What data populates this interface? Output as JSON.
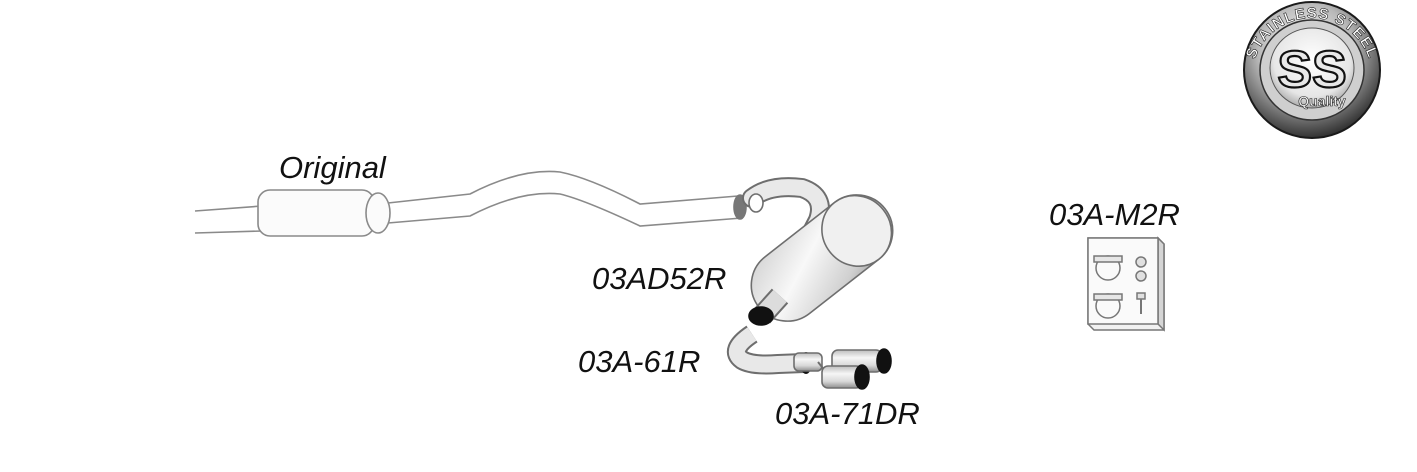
{
  "parts": {
    "original": "Original",
    "rear_silencer": "03AD52R",
    "tail_pipe": "03A-61R",
    "double_tip": "03A-71DR",
    "mounting_kit": "03A-M2R"
  },
  "badge": {
    "big_letters": "SS",
    "ring_text": "STAINLESS STEEL",
    "sub_text": "Quality"
  },
  "colors": {
    "outline": "#7a7a7a",
    "chrome_light": "#f2f2f2",
    "chrome_dark": "#9a9a9a",
    "pipe_end": "#111111",
    "text": "#111111"
  }
}
